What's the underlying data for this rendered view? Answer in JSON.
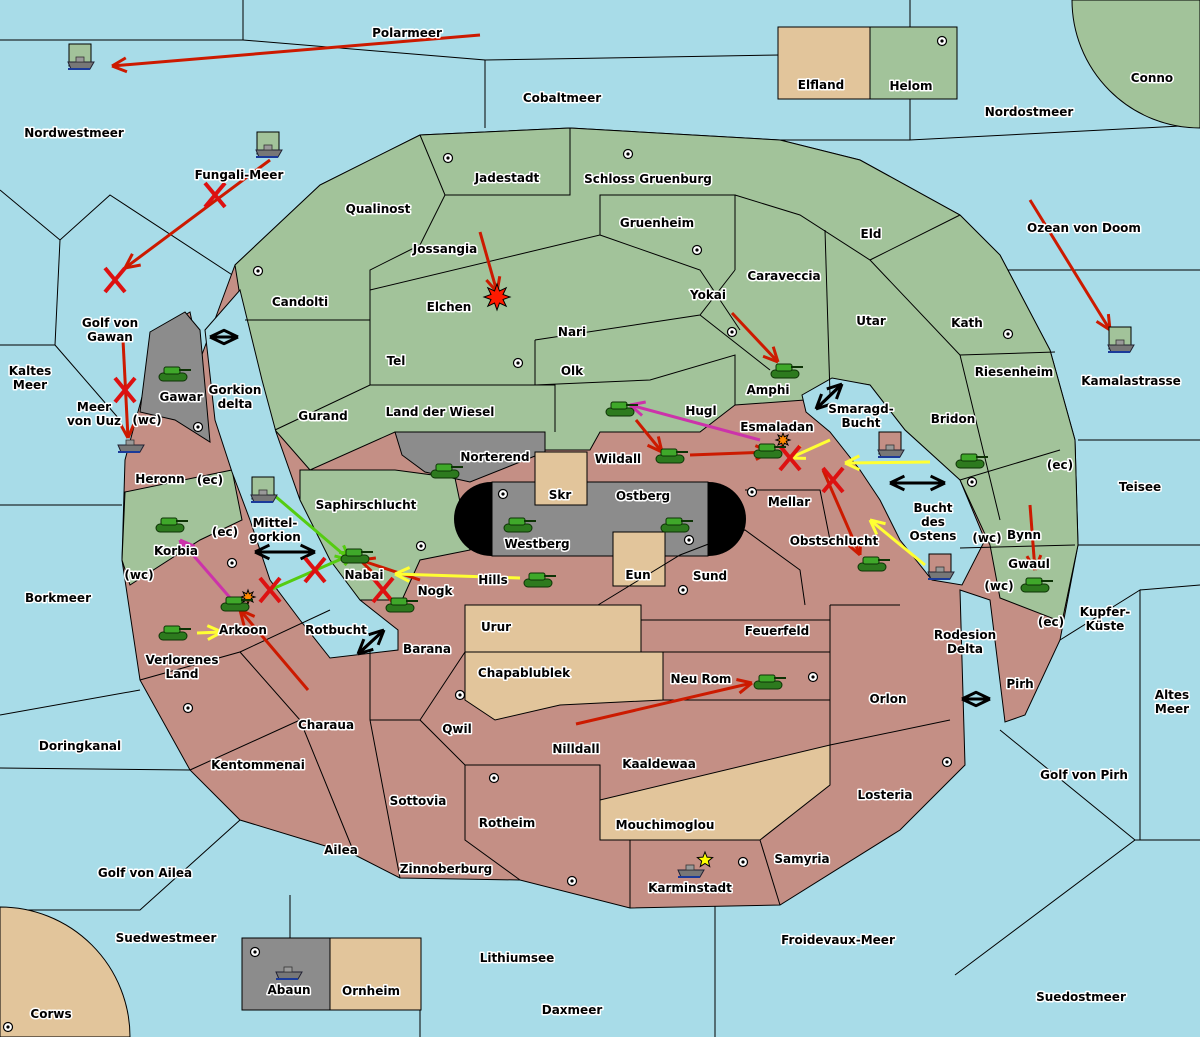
{
  "colors": {
    "ocean": "#a8dce8",
    "green_power": "#a2c39a",
    "pink_power": "#c48f85",
    "neutral_tan": "#e2c59b",
    "gray_power": "#8c8c8c",
    "hole": "#000000"
  },
  "labels": [
    {
      "lines": [
        "Polarmeer"
      ]
    },
    {
      "lines": [
        "Cobaltmeer"
      ]
    },
    {
      "lines": [
        "Nordwestmeer"
      ]
    },
    {
      "lines": [
        "Fungali-Meer"
      ]
    },
    {
      "lines": [
        "Golf von",
        "Gawan"
      ]
    },
    {
      "lines": [
        "Kaltes",
        "Meer"
      ]
    },
    {
      "lines": [
        "Meer",
        "von Uuz"
      ]
    },
    {
      "lines": [
        "(wc)"
      ]
    },
    {
      "lines": [
        "Gawar"
      ]
    },
    {
      "lines": [
        "Gorkion",
        "delta"
      ]
    },
    {
      "lines": [
        "Heronn"
      ]
    },
    {
      "lines": [
        "(ec)"
      ]
    },
    {
      "lines": [
        "(ec)"
      ]
    },
    {
      "lines": [
        "Korbia"
      ]
    },
    {
      "lines": [
        "(wc)"
      ]
    },
    {
      "lines": [
        "Mittel-",
        "gorkion"
      ]
    },
    {
      "lines": [
        "Borkmeer"
      ]
    },
    {
      "lines": [
        "Arkoon"
      ]
    },
    {
      "lines": [
        "Verlorenes",
        "Land"
      ]
    },
    {
      "lines": [
        "Rotbucht"
      ]
    },
    {
      "lines": [
        "Doringkanal"
      ]
    },
    {
      "lines": [
        "Kentommenai"
      ]
    },
    {
      "lines": [
        "Charaua"
      ]
    },
    {
      "lines": [
        "Golf von Ailea"
      ]
    },
    {
      "lines": [
        "Ailea"
      ]
    },
    {
      "lines": [
        "Zinnoberburg"
      ]
    },
    {
      "lines": [
        "Suedwestmeer"
      ]
    },
    {
      "lines": [
        "Corws"
      ]
    },
    {
      "lines": [
        "Abaun"
      ]
    },
    {
      "lines": [
        "Ornheim"
      ]
    },
    {
      "lines": [
        "Lithiumsee"
      ]
    },
    {
      "lines": [
        "Daxmeer"
      ]
    },
    {
      "lines": [
        "Froidevaux-Meer"
      ]
    },
    {
      "lines": [
        "Suedostmeer"
      ]
    },
    {
      "lines": [
        "Karminstadt"
      ]
    },
    {
      "lines": [
        "Samyria"
      ]
    },
    {
      "lines": [
        "Mouchimoglou"
      ]
    },
    {
      "lines": [
        "Rotheim"
      ]
    },
    {
      "lines": [
        "Sottovia"
      ]
    },
    {
      "lines": [
        "Nilldall"
      ]
    },
    {
      "lines": [
        "Kaaldewaa"
      ]
    },
    {
      "lines": [
        "Losteria"
      ]
    },
    {
      "lines": [
        "Golf von Pirh"
      ]
    },
    {
      "lines": [
        "Altes",
        "Meer"
      ]
    },
    {
      "lines": [
        "Pirh"
      ]
    },
    {
      "lines": [
        "Orlon"
      ]
    },
    {
      "lines": [
        "Neu Rom"
      ]
    },
    {
      "lines": [
        "Feuerfeld"
      ]
    },
    {
      "lines": [
        "Rodesion",
        "Delta"
      ]
    },
    {
      "lines": [
        "Kupfer-",
        "Küste"
      ]
    },
    {
      "lines": [
        "(wc)"
      ]
    },
    {
      "lines": [
        "(ec)"
      ]
    },
    {
      "lines": [
        "Gwaul"
      ]
    },
    {
      "lines": [
        "(wc)"
      ]
    },
    {
      "lines": [
        "Bynn"
      ]
    },
    {
      "lines": [
        "(ec)"
      ]
    },
    {
      "lines": [
        "Teisee"
      ]
    },
    {
      "lines": [
        "Bucht",
        "des",
        "Ostens"
      ]
    },
    {
      "lines": [
        "Obstschlucht"
      ]
    },
    {
      "lines": [
        "Mellar"
      ]
    },
    {
      "lines": [
        "Sund"
      ]
    },
    {
      "lines": [
        "Eun"
      ]
    },
    {
      "lines": [
        "Ostberg"
      ]
    },
    {
      "lines": [
        "Westberg"
      ]
    },
    {
      "lines": [
        "Skr"
      ]
    },
    {
      "lines": [
        "Wildall"
      ]
    },
    {
      "lines": [
        "Norterend"
      ]
    },
    {
      "lines": [
        "Saphirschlucht"
      ]
    },
    {
      "lines": [
        "Nabai"
      ]
    },
    {
      "lines": [
        "Hills"
      ]
    },
    {
      "lines": [
        "Nogk"
      ]
    },
    {
      "lines": [
        "Barana"
      ]
    },
    {
      "lines": [
        "Urur"
      ]
    },
    {
      "lines": [
        "Chapablublek"
      ]
    },
    {
      "lines": [
        "Qwil"
      ]
    },
    {
      "lines": [
        "Esmaladan"
      ]
    },
    {
      "lines": [
        "Smaragd-",
        "Bucht"
      ]
    },
    {
      "lines": [
        "Bridon"
      ]
    },
    {
      "lines": [
        "Riesenheim"
      ]
    },
    {
      "lines": [
        "Kamalastrasse"
      ]
    },
    {
      "lines": [
        "Kath"
      ]
    },
    {
      "lines": [
        "Utar"
      ]
    },
    {
      "lines": [
        "Amphi"
      ]
    },
    {
      "lines": [
        "Hugl"
      ]
    },
    {
      "lines": [
        "Land der Wiesel"
      ]
    },
    {
      "lines": [
        "Gurand"
      ]
    },
    {
      "lines": [
        "Tel"
      ]
    },
    {
      "lines": [
        "Olk"
      ]
    },
    {
      "lines": [
        "Nari"
      ]
    },
    {
      "lines": [
        "Yokai"
      ]
    },
    {
      "lines": [
        "Caraveccia"
      ]
    },
    {
      "lines": [
        "Eld"
      ]
    },
    {
      "lines": [
        "Ozean von Doom"
      ]
    },
    {
      "lines": [
        "Gruenheim"
      ]
    },
    {
      "lines": [
        "Jossangia"
      ]
    },
    {
      "lines": [
        "Elchen"
      ]
    },
    {
      "lines": [
        "Candolti"
      ]
    },
    {
      "lines": [
        "Qualinost"
      ]
    },
    {
      "lines": [
        "Jadestadt"
      ]
    },
    {
      "lines": [
        "Schloss Gruenburg"
      ]
    },
    {
      "lines": [
        "Nordostmeer"
      ]
    },
    {
      "lines": [
        "Elfland"
      ]
    },
    {
      "lines": [
        "Helom"
      ]
    },
    {
      "lines": [
        "Conno"
      ]
    }
  ],
  "units": [
    {
      "type": "fleet",
      "location": "Polarmeer"
    },
    {
      "type": "fleet",
      "location": "Fungali-Meer"
    },
    {
      "type": "fleet",
      "location": "Meer von Uuz"
    },
    {
      "type": "fleet",
      "location": "Mittelgorkion"
    },
    {
      "type": "fleet",
      "location": "Smaragd-Bucht"
    },
    {
      "type": "fleet",
      "location": "Bucht des Ostens"
    },
    {
      "type": "fleet",
      "location": "Kamalastrasse"
    },
    {
      "type": "fleet",
      "location": "Karminstadt"
    },
    {
      "type": "fleet",
      "location": "Abaun"
    },
    {
      "type": "army",
      "location": "Gawar"
    },
    {
      "type": "army",
      "location": "Korbia"
    },
    {
      "type": "army",
      "location": "Arkoon"
    },
    {
      "type": "army",
      "location": "Verlorenes Land"
    },
    {
      "type": "army",
      "location": "Norterend"
    },
    {
      "type": "army",
      "location": "Westberg"
    },
    {
      "type": "army",
      "location": "Ostberg"
    },
    {
      "type": "army",
      "location": "Nabai"
    },
    {
      "type": "army",
      "location": "Nogk"
    },
    {
      "type": "army",
      "location": "Hills"
    },
    {
      "type": "army",
      "location": "Hugl"
    },
    {
      "type": "army",
      "location": "Wildall"
    },
    {
      "type": "army",
      "location": "Amphi"
    },
    {
      "type": "army",
      "location": "Esmaladan"
    },
    {
      "type": "army",
      "location": "Bridon"
    },
    {
      "type": "army",
      "location": "Obstschlucht"
    },
    {
      "type": "army",
      "location": "Gwaul"
    },
    {
      "type": "army",
      "location": "Neu Rom"
    }
  ],
  "order_colors": {
    "move": "#cc1a00",
    "support": "#ffff33",
    "convoy": "#55cc11",
    "retreat": "#cc33aa",
    "failed": "#dd1111"
  }
}
